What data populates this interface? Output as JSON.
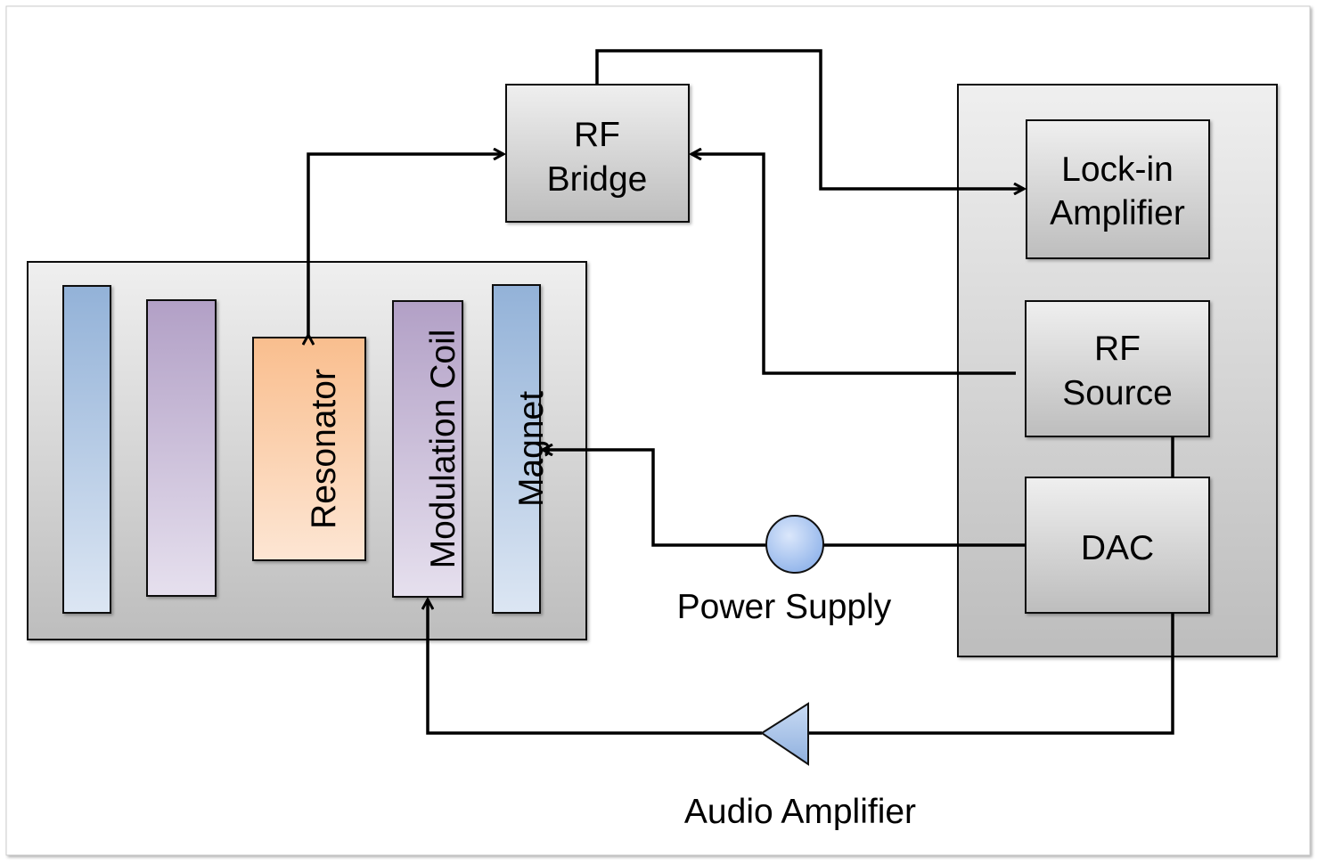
{
  "blocks": {
    "rf_bridge": [
      "RF",
      "Bridge"
    ],
    "lock_in": [
      "Lock-in",
      "Amplifier"
    ],
    "rf_source": [
      "RF",
      "Source"
    ],
    "dac": "DAC",
    "resonator": "Resonator",
    "modulation_coil": "Modulation Coil",
    "magnet": "Magnet",
    "power_supply": "Power Supply",
    "audio_amplifier": "Audio Amplifier"
  },
  "colors": {
    "blue_bar": "#95b3d7",
    "purple_bar": "#b3a2c7",
    "orange_bar": "#fac090",
    "power_supply_fill": "#a6c3f0"
  }
}
